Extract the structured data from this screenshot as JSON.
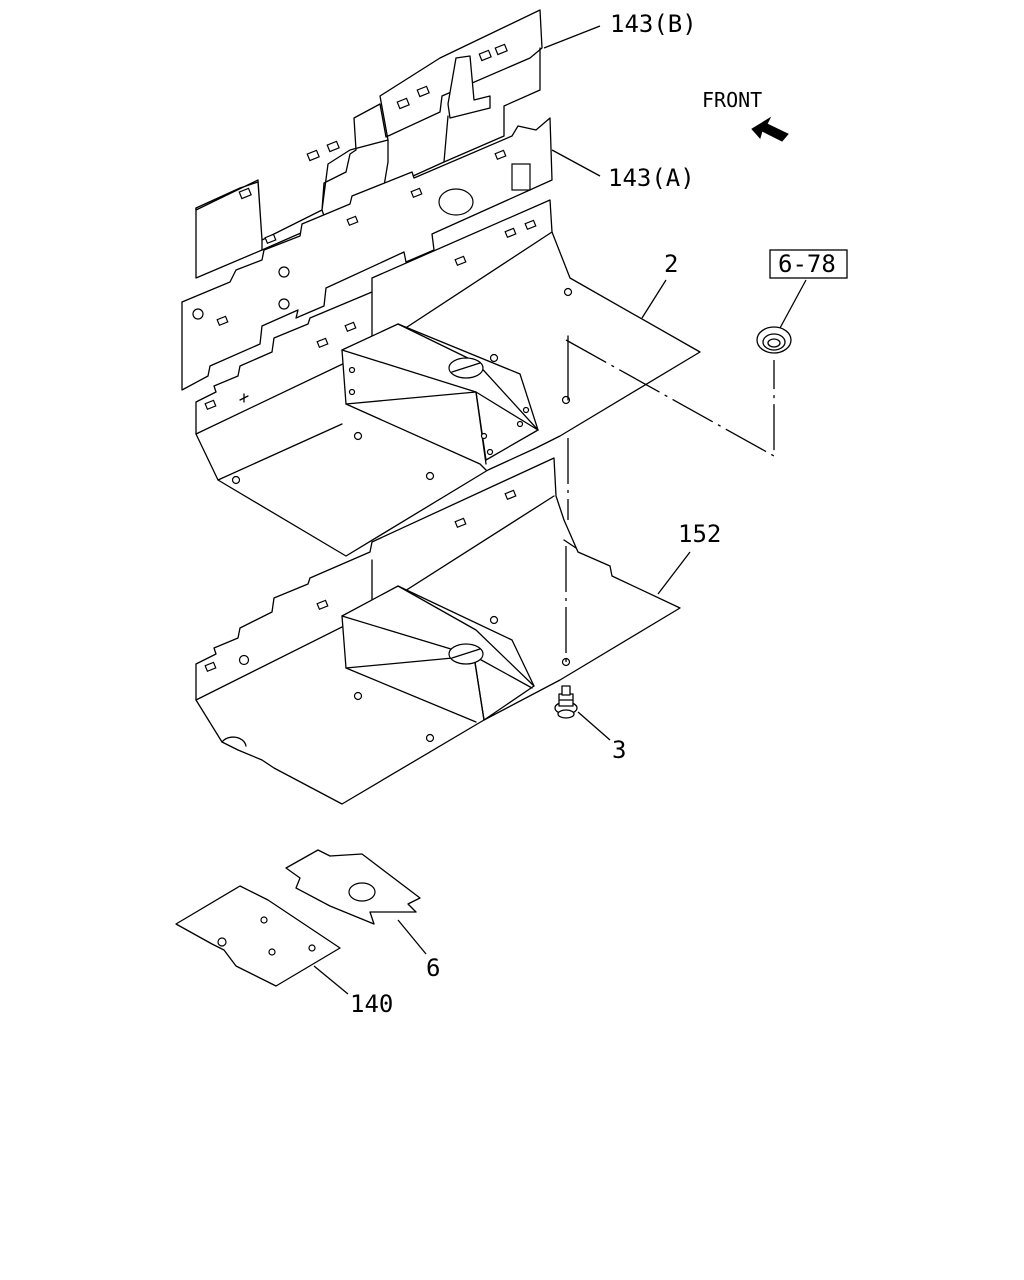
{
  "front": {
    "label": "FRONT"
  },
  "callouts": [
    {
      "id": "143b",
      "label": "143(B)"
    },
    {
      "id": "143a",
      "label": "143(A)"
    },
    {
      "id": "2",
      "label": "2"
    },
    {
      "id": "ref678",
      "label": "6-78"
    },
    {
      "id": "152",
      "label": "152"
    },
    {
      "id": "3",
      "label": "3"
    },
    {
      "id": "6",
      "label": "6"
    },
    {
      "id": "140",
      "label": "140"
    }
  ]
}
